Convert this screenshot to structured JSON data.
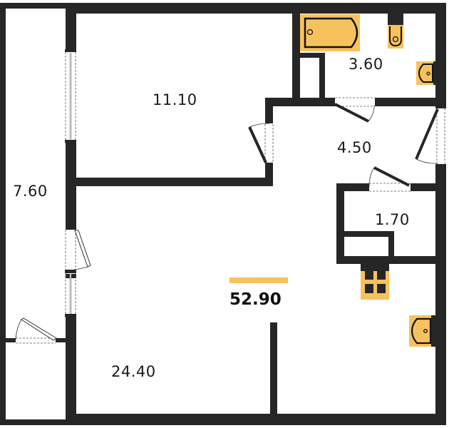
{
  "plan": {
    "type": "apartment-floor-plan",
    "total_area": "52.90",
    "colors": {
      "wall": "#262626",
      "fixture_fill": "#f7c25e",
      "accent_bar": "#f7c25e",
      "background": "#ffffff"
    },
    "rooms": [
      {
        "id": "balcony",
        "area": "7.60"
      },
      {
        "id": "bedroom",
        "area": "11.10"
      },
      {
        "id": "bathroom",
        "area": "3.60"
      },
      {
        "id": "hallway",
        "area": "4.50"
      },
      {
        "id": "storage",
        "area": "1.70"
      },
      {
        "id": "living-kitchen",
        "area": "24.40"
      }
    ],
    "fixtures": [
      "bathtub",
      "toilet",
      "bathroom-sink",
      "stove",
      "kitchen-sink"
    ]
  }
}
